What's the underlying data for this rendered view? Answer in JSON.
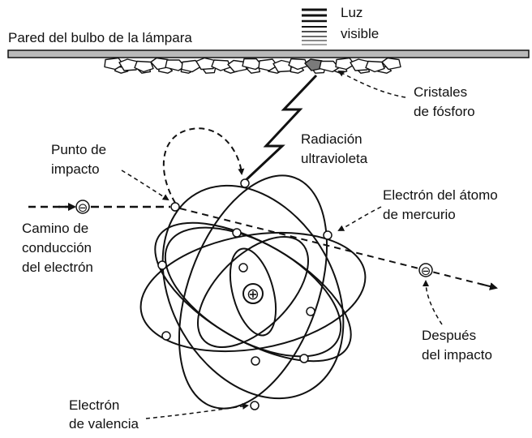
{
  "labels": {
    "lamp_wall": "Pared del bulbo de la lámpara",
    "visible_light_1": "Luz",
    "visible_light_2": "visible",
    "phosphor_1": "Cristales",
    "phosphor_2": "de fósforo",
    "uv_1": "Radiación",
    "uv_2": "ultravioleta",
    "impact_1": "Punto de",
    "impact_2": "impacto",
    "mercury_electron_1": "Electrón del átomo",
    "mercury_electron_2": "de mercurio",
    "conduction_1": "Camino de",
    "conduction_2": "conducción",
    "conduction_3": "del electrón",
    "after_impact_1": "Después",
    "after_impact_2": "del impacto",
    "valence_1": "Electrón",
    "valence_2": "de valencia"
  },
  "symbols": {
    "nucleus": "⊕",
    "electron": "⊖"
  },
  "colors": {
    "ink": "#111111",
    "wall_fill": "#b9b9b9",
    "excited_crystal": "#7a7a7a"
  }
}
